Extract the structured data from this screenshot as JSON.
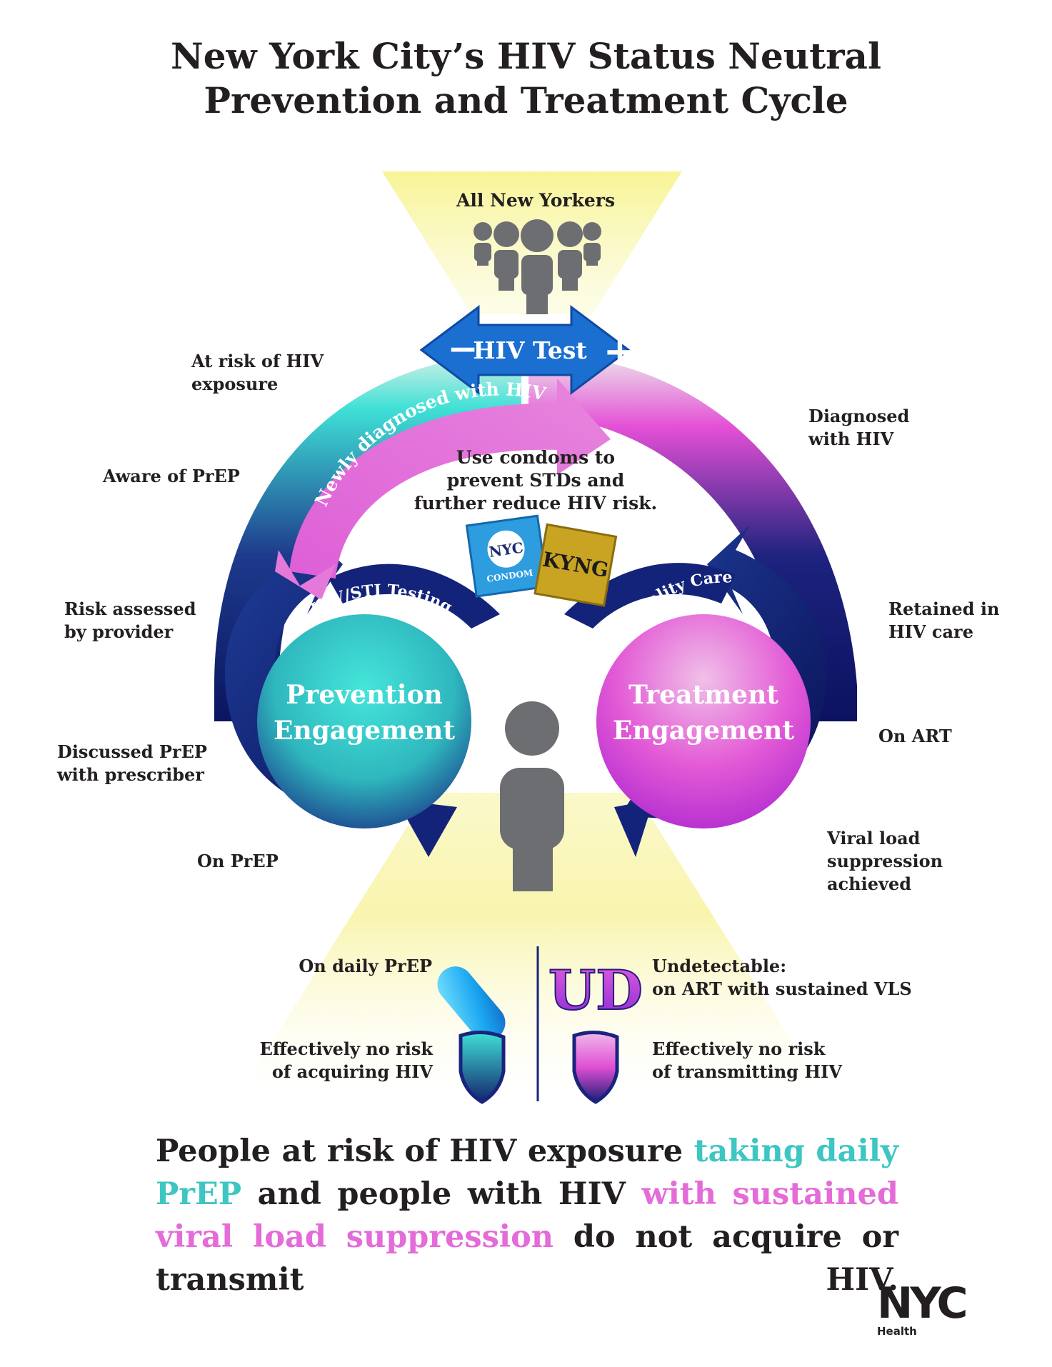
{
  "title": {
    "line1": "New York City’s HIV Status Neutral",
    "line2": "Prevention and Treatment Cycle"
  },
  "top": {
    "population": "All New Yorkers",
    "test": "HIV Test",
    "minus": "−",
    "plus": "+",
    "newly_diagnosed": "Newly diagnosed with HIV"
  },
  "condoms": {
    "text_line1": "Use condoms to",
    "text_line2": "prevent STDs and",
    "text_line3": "further reduce HIV risk.",
    "pack1_brand": "NYC",
    "pack1_name": "CONDOM",
    "pack2_brand": "KYNG"
  },
  "prevention": {
    "arc_label": "HIV/STI Testing",
    "title_line1": "Prevention",
    "title_line2": "Engagement",
    "steps": [
      {
        "line1": "At risk of HIV",
        "line2": "exposure"
      },
      {
        "line1": "Aware of PrEP",
        "line2": ""
      },
      {
        "line1": "Risk assessed",
        "line2": "by provider"
      },
      {
        "line1": "Discussed PrEP",
        "line2": "with prescriber"
      },
      {
        "line1": "On PrEP",
        "line2": ""
      }
    ]
  },
  "treatment": {
    "arc_label": "Quality Care",
    "title_line1": "Treatment",
    "title_line2": "Engagement",
    "steps": [
      {
        "line1": "Diagnosed",
        "line2": "with HIV",
        "line3": ""
      },
      {
        "line1": "Retained in",
        "line2": "HIV care",
        "line3": ""
      },
      {
        "line1": "On ART",
        "line2": "",
        "line3": ""
      },
      {
        "line1": "Viral load",
        "line2": "suppression",
        "line3": "achieved"
      }
    ]
  },
  "outcomes": {
    "prep_daily": "On daily PrEP",
    "prep_norisk_line1": "Effectively no risk",
    "prep_norisk_line2": "of acquiring HIV",
    "ud_badge": "UD",
    "ud_line1": "Undetectable:",
    "ud_line2": "on ART with sustained VLS",
    "tx_norisk_line1": "Effectively no risk",
    "tx_norisk_line2": "of transmitting HIV"
  },
  "bottom": {
    "part1": "People at risk of HIV exposure",
    "part2": "taking daily PrEP",
    "part3": "and people with HIV",
    "part4": "with sustained viral load suppression",
    "part5": "do not acquire or transmit HIV."
  },
  "logo": {
    "word": "NYC",
    "sub": "Health"
  },
  "colors": {
    "teal": "#3dc6c2",
    "pink": "#e46bd8",
    "navy": "#131a6e",
    "blue": "#1a6fd1",
    "yellow": "#f7f3a6",
    "gray": "#6d6e71"
  }
}
